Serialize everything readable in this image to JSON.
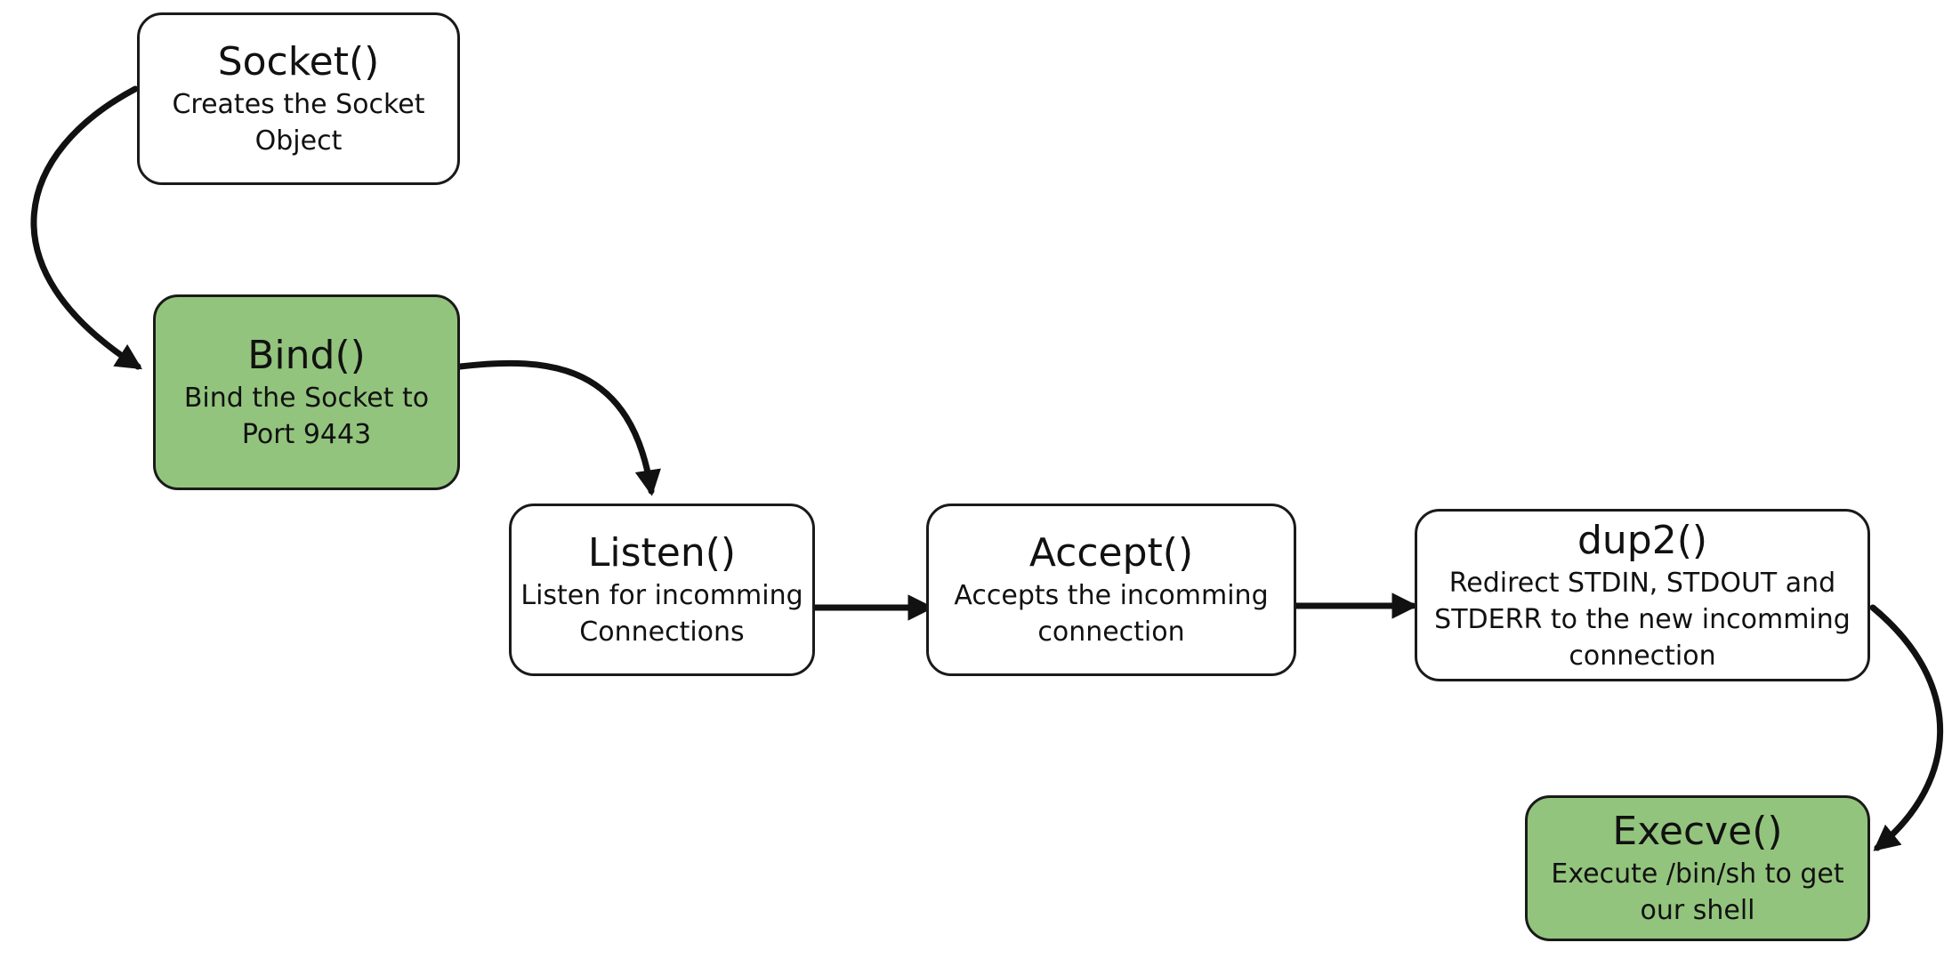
{
  "nodes": [
    {
      "id": "socket",
      "title": "Socket()",
      "description": "Creates the Socket\nObject",
      "fill": "#ffffff"
    },
    {
      "id": "bind",
      "title": "Bind()",
      "description": "Bind the Socket to\nPort 9443",
      "fill": "#93c47d"
    },
    {
      "id": "listen",
      "title": "Listen()",
      "description": "Listen for incomming\nConnections",
      "fill": "#ffffff"
    },
    {
      "id": "accept",
      "title": "Accept()",
      "description": "Accepts the incomming\nconnection",
      "fill": "#ffffff"
    },
    {
      "id": "dup2",
      "title": "dup2()",
      "description": "Redirect STDIN, STDOUT and\nSTDERR to the new incomming\nconnection",
      "fill": "#ffffff"
    },
    {
      "id": "execve",
      "title": "Execve()",
      "description": "Execute /bin/sh to get\nour shell",
      "fill": "#93c47d"
    }
  ],
  "edges": [
    {
      "from": "socket",
      "to": "bind"
    },
    {
      "from": "bind",
      "to": "listen"
    },
    {
      "from": "listen",
      "to": "accept"
    },
    {
      "from": "accept",
      "to": "dup2"
    },
    {
      "from": "dup2",
      "to": "execve"
    }
  ],
  "colors": {
    "highlight": "#93c47d",
    "box": "#ffffff",
    "stroke": "#1a1a1a"
  }
}
